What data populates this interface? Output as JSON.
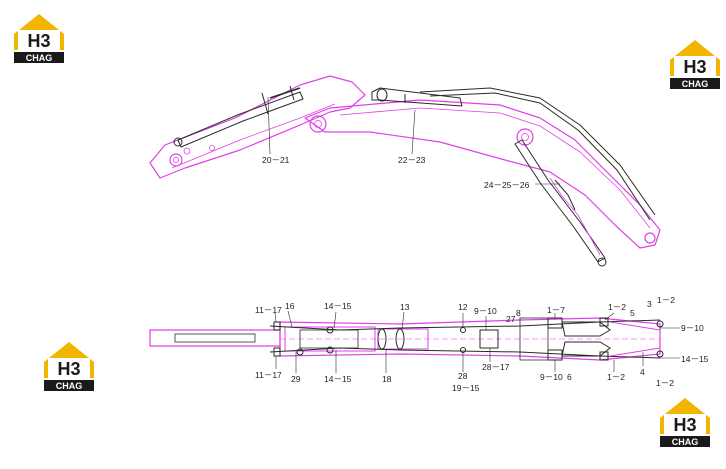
{
  "logo": {
    "text": "H3",
    "subtext": "CHAG"
  },
  "colors": {
    "outline": "#e040e8",
    "ink": "#2a2a2a",
    "logo_yellow": "#f2b600",
    "logo_black": "#1a1a1a"
  },
  "labels": {
    "l_20_21": "20－21",
    "l_22_23": "22－23",
    "l_24_25_26": "24－25－26",
    "l_11_17_top": "11－17",
    "l_16": "16",
    "l_14_15_top": "14－15",
    "l_13": "13",
    "l_12": "12",
    "l_9_10_top": "9－10",
    "l_27": "27",
    "l_8": "8",
    "l_1_7": "1－7",
    "l_1_2_top": "1－2",
    "l_3": "3",
    "l_1_2_right": "1－2",
    "l_5": "5",
    "l_9_10_right": "9－10",
    "l_11_17_bot": "11－17",
    "l_29": "29",
    "l_14_15_bot": "14－15",
    "l_18": "18",
    "l_28": "28",
    "l_19_15": "19－15",
    "l_28_17": "28－17",
    "l_9_10_bot": "9－10",
    "l_6": "6",
    "l_1_2_bot": "1－2",
    "l_4": "4",
    "l_14_15_right": "14－15",
    "l_1_2_bot_right": "1－2"
  }
}
